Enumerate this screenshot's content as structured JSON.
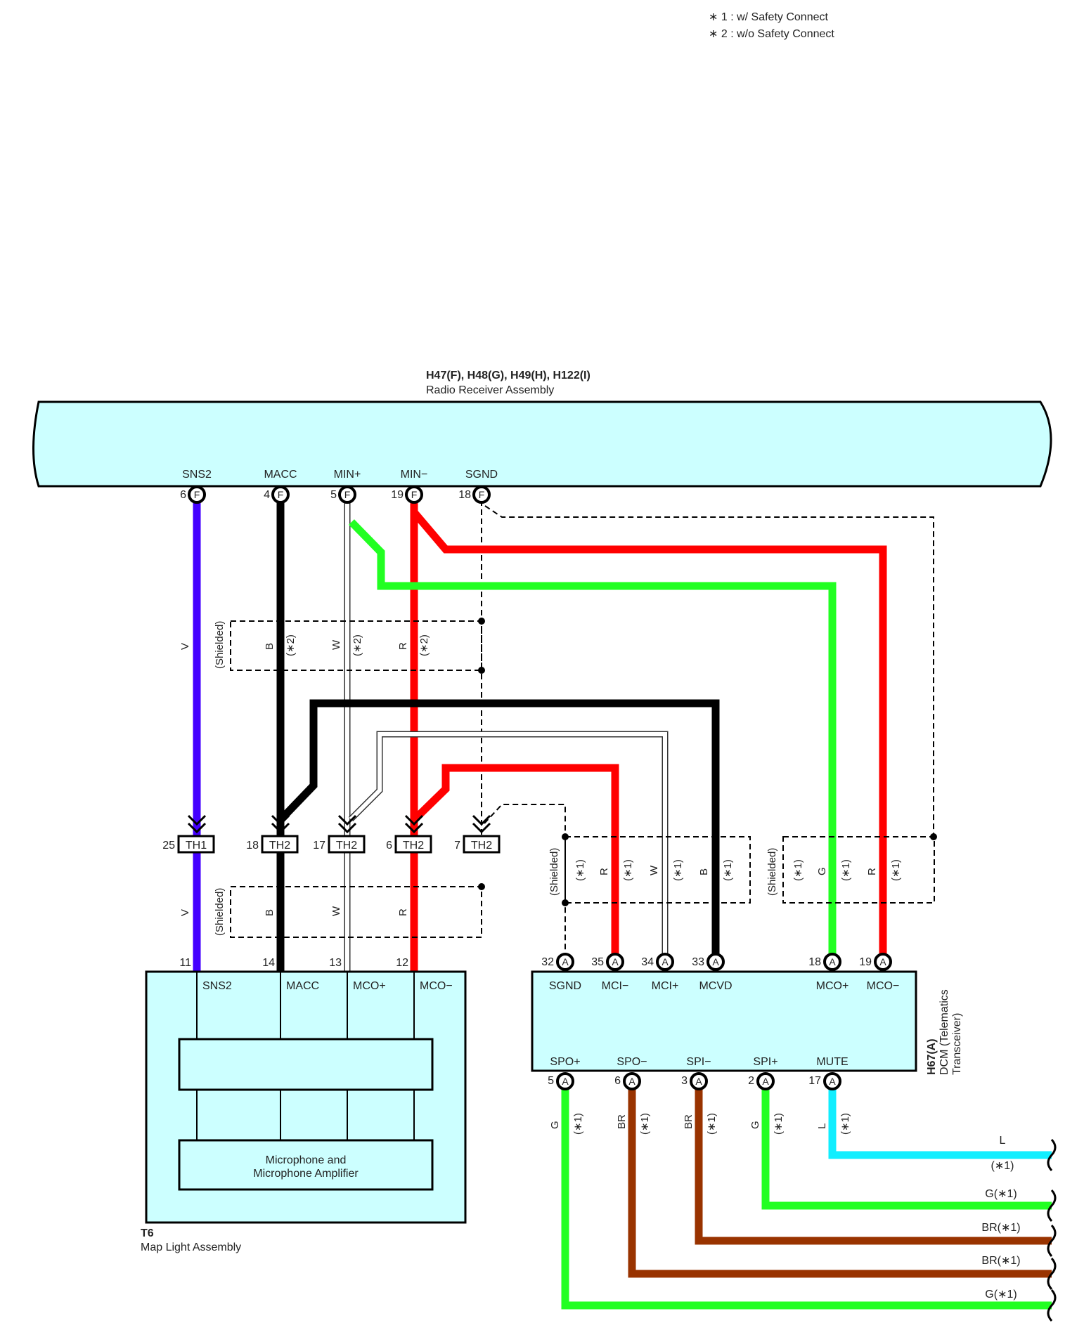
{
  "notes": [
    "∗ 1 : w/ Safety Connect",
    "∗ 2 : w/o Safety Connect"
  ],
  "radio": {
    "code": "H47(F), H48(G), H49(H), H122(I)",
    "name": "Radio Receiver Assembly",
    "terminals": [
      {
        "name": "SNS2",
        "pin": "6",
        "conn": "F"
      },
      {
        "name": "MACC",
        "pin": "4",
        "conn": "F"
      },
      {
        "name": "MIN+",
        "pin": "5",
        "conn": "F"
      },
      {
        "name": "MIN−",
        "pin": "19",
        "conn": "F"
      },
      {
        "name": "SGND",
        "pin": "18",
        "conn": "F"
      }
    ]
  },
  "junctions": [
    {
      "pin": "25",
      "label": "TH1"
    },
    {
      "pin": "18",
      "label": "TH2"
    },
    {
      "pin": "17",
      "label": "TH2"
    },
    {
      "pin": "6",
      "label": "TH2"
    },
    {
      "pin": "7",
      "label": "TH2"
    }
  ],
  "shielded_text": "(Shielded)",
  "upper_shield": {
    "colors": [
      "V",
      "B",
      "W",
      "R"
    ],
    "note": "(∗2)"
  },
  "lower_shield": {
    "colors": [
      "V",
      "B",
      "W",
      "R"
    ]
  },
  "map_light": {
    "code": "T6",
    "name": "Map Light Assembly",
    "inner_text": "Microphone and\nMicrophone Amplifier",
    "terminals": [
      {
        "name": "SNS2",
        "pin": "11"
      },
      {
        "name": "MACC",
        "pin": "14"
      },
      {
        "name": "MCO+",
        "pin": "13"
      },
      {
        "name": "MCO−",
        "pin": "12"
      }
    ]
  },
  "dcm": {
    "code": "H67(A)",
    "name": "DCM (Telematics\nTransceiver)",
    "top_terminals": [
      {
        "name": "SGND",
        "pin": "32",
        "conn": "A"
      },
      {
        "name": "MCI−",
        "pin": "35",
        "conn": "A"
      },
      {
        "name": "MCI+",
        "pin": "34",
        "conn": "A"
      },
      {
        "name": "MCVD",
        "pin": "33",
        "conn": "A"
      },
      {
        "name": "MCO+",
        "pin": "18",
        "conn": "A"
      },
      {
        "name": "MCO−",
        "pin": "19",
        "conn": "A"
      }
    ],
    "bottom_terminals": [
      {
        "name": "SPO+",
        "pin": "5",
        "conn": "A",
        "wire": "G"
      },
      {
        "name": "SPO−",
        "pin": "6",
        "conn": "A",
        "wire": "BR"
      },
      {
        "name": "SPI−",
        "pin": "3",
        "conn": "A",
        "wire": "BR"
      },
      {
        "name": "SPI+",
        "pin": "2",
        "conn": "A",
        "wire": "G"
      },
      {
        "name": "MUTE",
        "pin": "17",
        "conn": "A",
        "wire": "L"
      }
    ]
  },
  "dcm_shield1": {
    "colors": [
      "R",
      "W",
      "B"
    ],
    "note": "(∗1)"
  },
  "dcm_shield2": {
    "colors": [
      "G",
      "R"
    ],
    "note": "(∗1)"
  },
  "right_wires": [
    {
      "label": "L",
      "note": "(∗1)"
    },
    {
      "label": "G(∗1)"
    },
    {
      "label": "BR(∗1)"
    },
    {
      "label": "BR(∗1)"
    },
    {
      "label": "G(∗1)"
    }
  ],
  "colors": {
    "violet": "#4400ff",
    "black": "#000000",
    "white_wire": "#ffffff",
    "red": "#ff0000",
    "green": "#22ff22",
    "brown": "#993300",
    "light_blue": "#11eeff",
    "box_fill": "#ccffff"
  }
}
